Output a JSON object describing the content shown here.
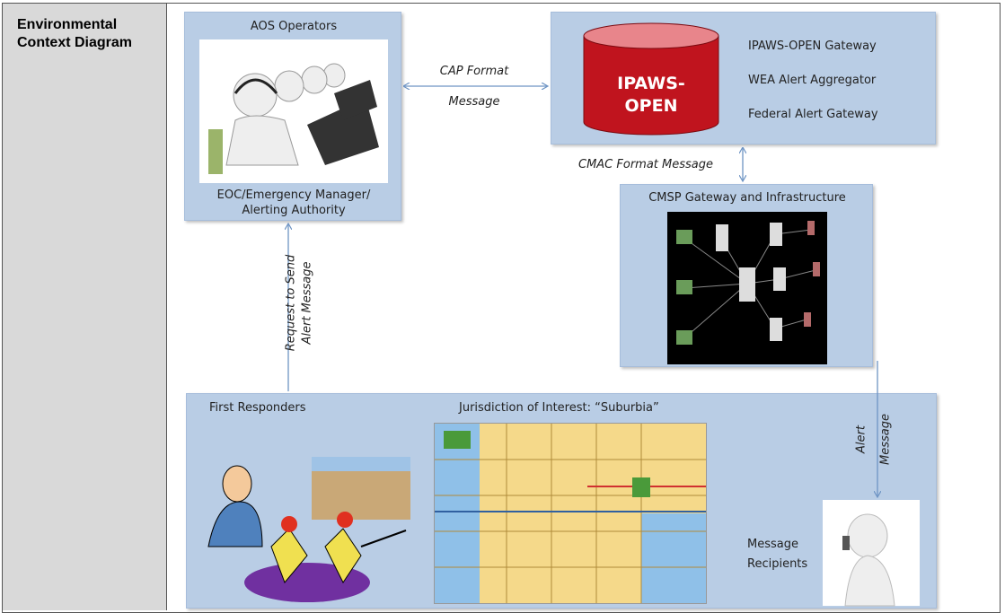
{
  "table": {
    "label": "Environmental Context Diagram"
  },
  "aos_box": {
    "title": "AOS Operators",
    "subtitle_line1": "EOC/Emergency Manager/",
    "subtitle_line2": "Alerting Authority"
  },
  "ipaws_box": {
    "cylinder_line1": "IPAWS-",
    "cylinder_line2": "OPEN",
    "items": [
      "IPAWS-OPEN Gateway",
      "WEA Alert Aggregator",
      "Federal Alert Gateway"
    ]
  },
  "cmsp_box": {
    "title": "CMSP Gateway and Infrastructure"
  },
  "bottom_box": {
    "first_responders": "First Responders",
    "jurisdiction": "Jurisdiction of Interest: “Suburbia”",
    "recipients_line1": "Message",
    "recipients_line2": "Recipients"
  },
  "arrows": {
    "cap_line1": "CAP Format",
    "cap_line2": "Message",
    "cmac": "CMAC Format Message",
    "request_line1": "Request to Send",
    "request_line2": "Alert Message",
    "alert_line1": "Alert",
    "alert_line2": "Message"
  },
  "colors": {
    "box_fill": "#b9cde5",
    "cylinder_red": "#c0141e",
    "arrow_blue": "#6e94c4"
  }
}
